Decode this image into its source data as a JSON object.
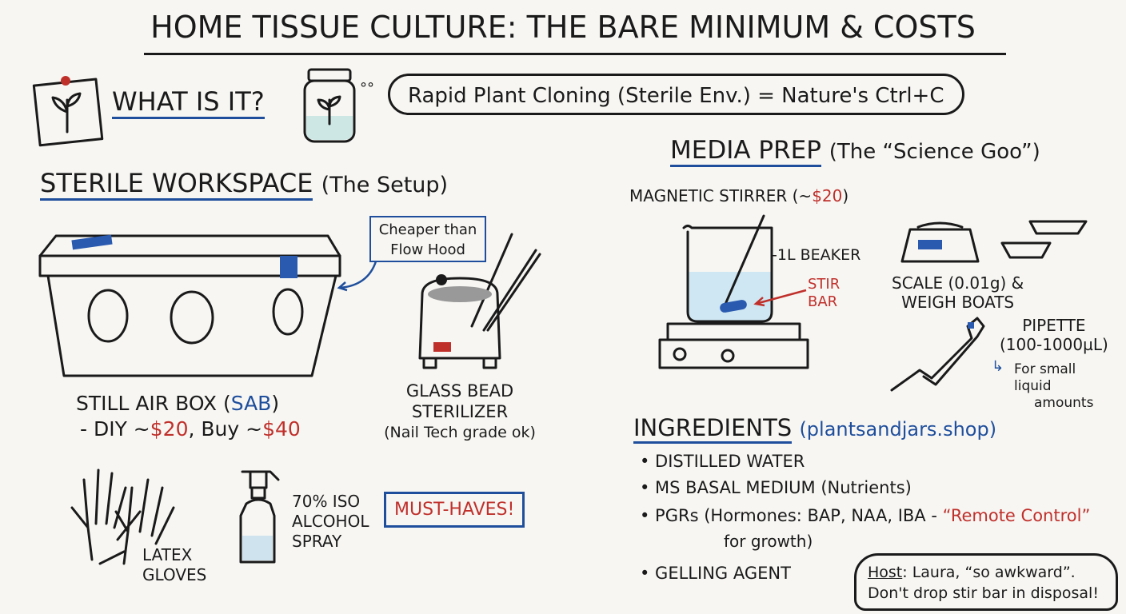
{
  "title": "HOME TISSUE CULTURE: THE BARE MINIMUM & COSTS",
  "what": {
    "heading": "WHAT IS IT?",
    "bubble": "Rapid Plant Cloning (Sterile Env.) = Nature's Ctrl+C"
  },
  "workspace": {
    "heading": "STERILE WORKSPACE",
    "sub": "(The Setup)",
    "callout": [
      "Cheaper than",
      "Flow Hood"
    ],
    "sab": {
      "line1": "STILL AIR BOX (",
      "abbr": "SAB",
      "close": ")",
      "line2a": "- DIY ~",
      "diy": "$20",
      "line2b": ", Buy ~",
      "buy": "$40"
    },
    "bead": {
      "line1": "GLASS BEAD",
      "line2": "STERILIZER",
      "line3": "(Nail Tech grade ok)"
    },
    "gloves": [
      "LATEX",
      "GLOVES"
    ],
    "spray": [
      "70% ISO",
      "ALCOHOL",
      "SPRAY"
    ],
    "must": "MUST-HAVES!"
  },
  "media": {
    "heading": "MEDIA PREP",
    "sub": "(The “Science Goo”)",
    "stirrer_a": "MAGNETIC STIRRER (~",
    "stirrer_price": "$20",
    "stirrer_b": ")",
    "beaker": "-1L BEAKER",
    "stirbar": [
      "STIR",
      "BAR"
    ],
    "scale": [
      "SCALE (0.01g) &",
      "WEIGH BOATS"
    ],
    "pipette": [
      "PIPETTE",
      "(100-1000µL)"
    ],
    "pipette_note": [
      "For small",
      "liquid",
      "amounts"
    ]
  },
  "ingredients": {
    "heading": "INGREDIENTS",
    "source": "(plantsandjars.shop)",
    "items": [
      "• DISTILLED WATER",
      "• MS BASAL MEDIUM (Nutrients)",
      "• PGRs (Hormones: BAP, NAA, IBA - ",
      "• GELLING AGENT"
    ],
    "pgr_quote": "“Remote Control”",
    "pgr_cont": "for growth)"
  },
  "host": {
    "label": "Host",
    "line1": ": Laura, “so awkward”.",
    "line2": "Don't drop stir bar in disposal!"
  }
}
